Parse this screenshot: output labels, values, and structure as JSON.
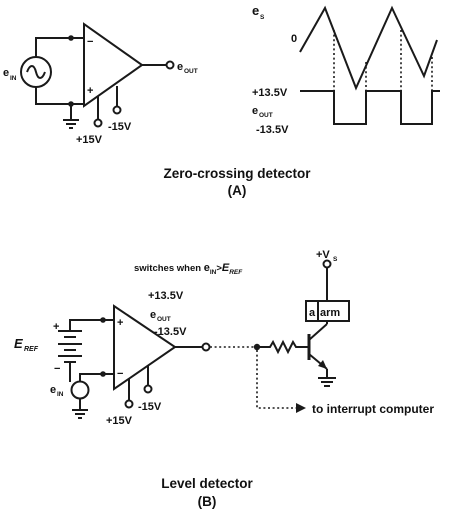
{
  "circuit_a": {
    "input_label": "e",
    "input_sub": "IN",
    "output_label": "e",
    "output_sub": "OUT",
    "plus_supply": "+15V",
    "minus_supply": "-15V",
    "opamp_minus": "−",
    "opamp_plus": "+"
  },
  "waveforms": {
    "es_label": "e",
    "es_sub": "S",
    "zero_label": "0",
    "high_level": "+13.5V",
    "low_level": "-13.5V",
    "out_label": "e",
    "out_sub": "OUT"
  },
  "caption_a": {
    "title": "Zero-crossing detector",
    "tag": "(A)"
  },
  "circuit_b": {
    "switch_note_pre": "switches when ",
    "switch_note_e": "e",
    "switch_note_sub": "IN",
    "switch_note_gt": ">",
    "switch_note_eref": "E",
    "switch_note_ref_sub": "REF",
    "high_level": "+13.5V",
    "out_label": "e",
    "out_sub": "OUT",
    "low_level": "-13.5V",
    "eref_label": "E",
    "eref_sub": "REF",
    "input_label": "e",
    "input_sub": "IN",
    "plus_supply": "+15V",
    "minus_supply": "-15V",
    "vs_label": "+V",
    "vs_sub": "S",
    "alarm_a": "a",
    "alarm_rest": "arm",
    "interrupt_text": "to interrupt computer",
    "opamp_minus": "−",
    "opamp_plus": "+"
  },
  "caption_b": {
    "title": "Level detector",
    "tag": "(B)"
  }
}
